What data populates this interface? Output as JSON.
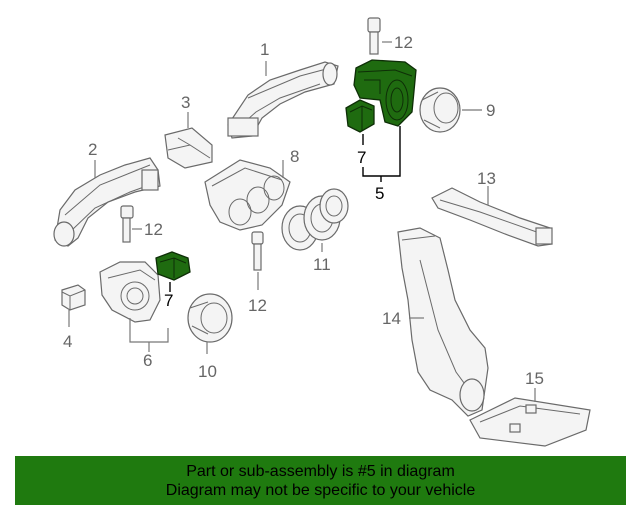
{
  "callouts": {
    "c1": "1",
    "c2": "2",
    "c3": "3",
    "c4": "4",
    "c5": "5",
    "c6": "6",
    "c7a": "7",
    "c7b": "7",
    "c8": "8",
    "c9": "9",
    "c10": "10",
    "c11": "11",
    "c12a": "12",
    "c12b": "12",
    "c12c": "12",
    "c13": "13",
    "c14": "14",
    "c15": "15"
  },
  "banner": {
    "line1": "Part or sub-assembly is #5 in diagram",
    "line2": "Diagram may not be specific to your vehicle"
  },
  "colors": {
    "highlight": "#1f6b10",
    "banner": "#1f7a0f",
    "part_outline": "#6a6a6a"
  }
}
